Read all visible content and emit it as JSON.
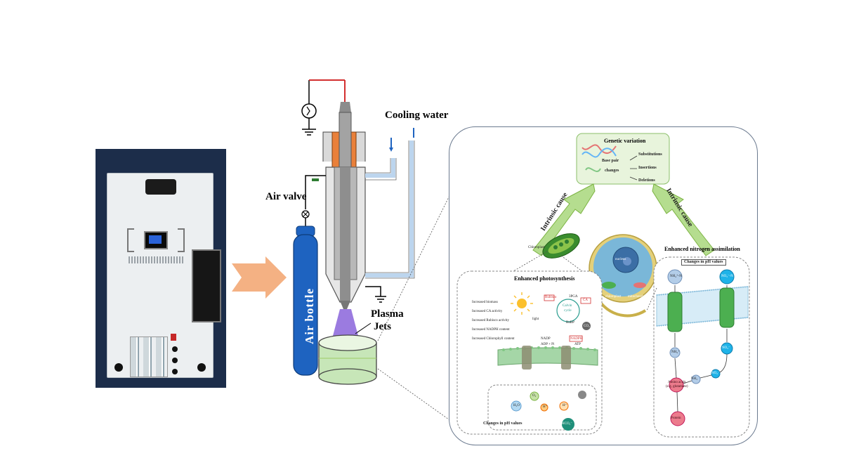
{
  "setup": {
    "air_valve": "Air valve",
    "air_bottle": "Air bottle",
    "cooling_water": "Cooling water",
    "plasma_jets_line1": "Plasma",
    "plasma_jets_line2": "Jets"
  },
  "mechanism": {
    "genetic_variation": "Genetic variation",
    "base_pair_changes_1": "Base pair",
    "base_pair_changes_2": "changes",
    "substitutions": "Substitutions",
    "insertions": "Insertions",
    "deletions": "Deletions",
    "intrinsic_cause_left": "Intrinsic cause",
    "intrinsic_cause_right": "Intrinsic cause",
    "chloroplast": "Chloroplast",
    "enhanced_photosynthesis": "Enhanced photosynthesis",
    "photosynthesis_effects": [
      "Increased biomass",
      "Increased CA activity",
      "Increased Rubisco activity",
      "Increased NADPH content",
      "Increased Chlorophyll content"
    ],
    "light": "light",
    "calvin_cycle_1": "Calvin",
    "calvin_cycle_2": "cycle",
    "pga": "3PGA",
    "rubp": "RuBP",
    "ribulose": "Rubisco",
    "ca": "CA",
    "co2": "CO₂",
    "nadp": "NADP",
    "nadph": "NADPH",
    "adp": "ADP + Pi",
    "atp": "ATP",
    "h2o": "H₂O",
    "o2": "O₂",
    "h_plus": "H⁺",
    "hco3": "HCO₃⁻",
    "changes_ph_left": "Changes in pH values",
    "nucleus": "nucleus",
    "chloroplast_cell": "chloroplast",
    "mitochondria": "mitochondria",
    "enhanced_nitrogen": "Enhanced nitrogen assimilation",
    "changes_ph_right": "Changes in pH values",
    "nh4_n": "NH₄⁺-N",
    "no3_n": "NO₃⁻-N",
    "nh4": "NH₄⁺",
    "no3": "NO₃⁻",
    "no2": "NO₂⁻",
    "nh3": "NH₃",
    "amino_acids_1": "Amino acids",
    "amino_acids_2": "(e.g. glutamate)",
    "protein": "Protein"
  },
  "colors": {
    "wire_red": "#d32f2f",
    "cylinder_blue": "#1e63c0",
    "arrow_orange": "#f4b183",
    "electrode_orange": "#e9803a",
    "cooling_blue": "#bcd5ee",
    "plasma_purple": "#7a4fd6",
    "dish_green": "#c7e6b8",
    "panel_border": "#6b7a8f",
    "cause_green": "#b5dd8f",
    "cyan_node": "#1fb3e8"
  }
}
